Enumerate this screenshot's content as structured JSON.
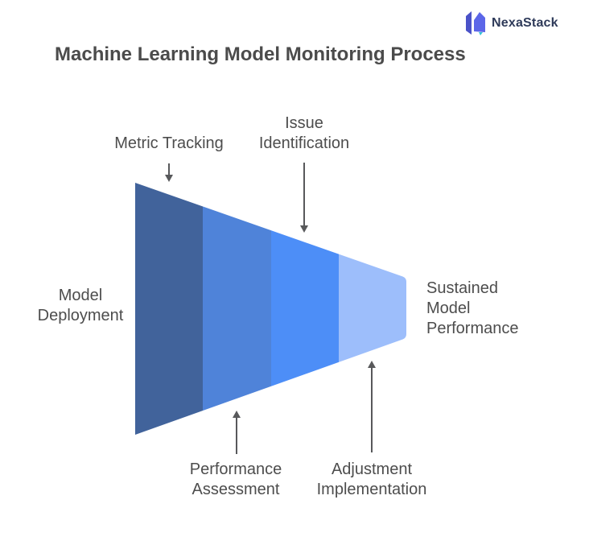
{
  "brand": {
    "name": "NexaStack",
    "text_color": "#2E3A59",
    "icon": {
      "left_color": "#4A52C8",
      "right_color": "#5B66E8",
      "accent_color": "#35C3D6"
    }
  },
  "title": {
    "text": "Machine Learning Model Monitoring Process",
    "color": "#4B4B4B"
  },
  "diagram": {
    "type": "horizontal-funnel",
    "direction": "wide-left-to-narrow-right",
    "arrow_color": "#58595B",
    "label_color": "#4D4D4D",
    "segments": [
      {
        "stage": 1,
        "color": "#41639B"
      },
      {
        "stage": 2,
        "color": "#4F83D9"
      },
      {
        "stage": 3,
        "color": "#4D8EF7"
      },
      {
        "stage": 4,
        "color": "#9DBEFB"
      }
    ],
    "labels": {
      "input": "Model\nDeployment",
      "top_1": "Metric Tracking",
      "top_2": "Issue\nIdentification",
      "bottom_1": "Performance\nAssessment",
      "bottom_2": "Adjustment\nImplementation",
      "output": "Sustained\nModel\nPerformance"
    }
  }
}
